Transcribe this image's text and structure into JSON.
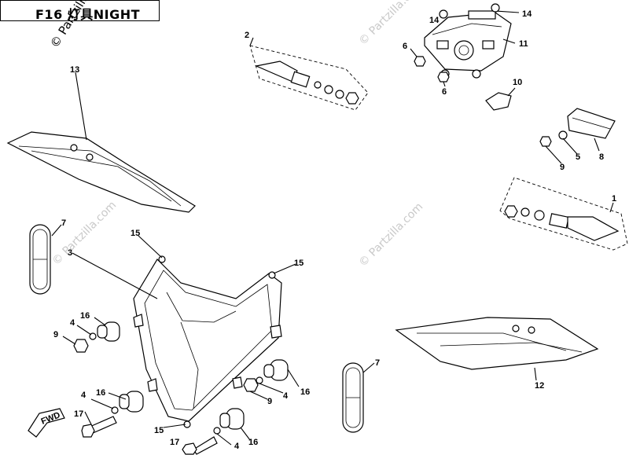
{
  "title": "F16 灯具NIGHT",
  "watermark": "© Partzilla.com",
  "fwd_label": "FWD",
  "callouts": [
    "2",
    "14",
    "14",
    "6",
    "6",
    "11",
    "10",
    "13",
    "5",
    "9",
    "8",
    "1",
    "7",
    "15",
    "15",
    "3",
    "16",
    "4",
    "9",
    "7",
    "16",
    "4",
    "9",
    "12",
    "16",
    "4",
    "17",
    "15",
    "17",
    "4",
    "16"
  ]
}
